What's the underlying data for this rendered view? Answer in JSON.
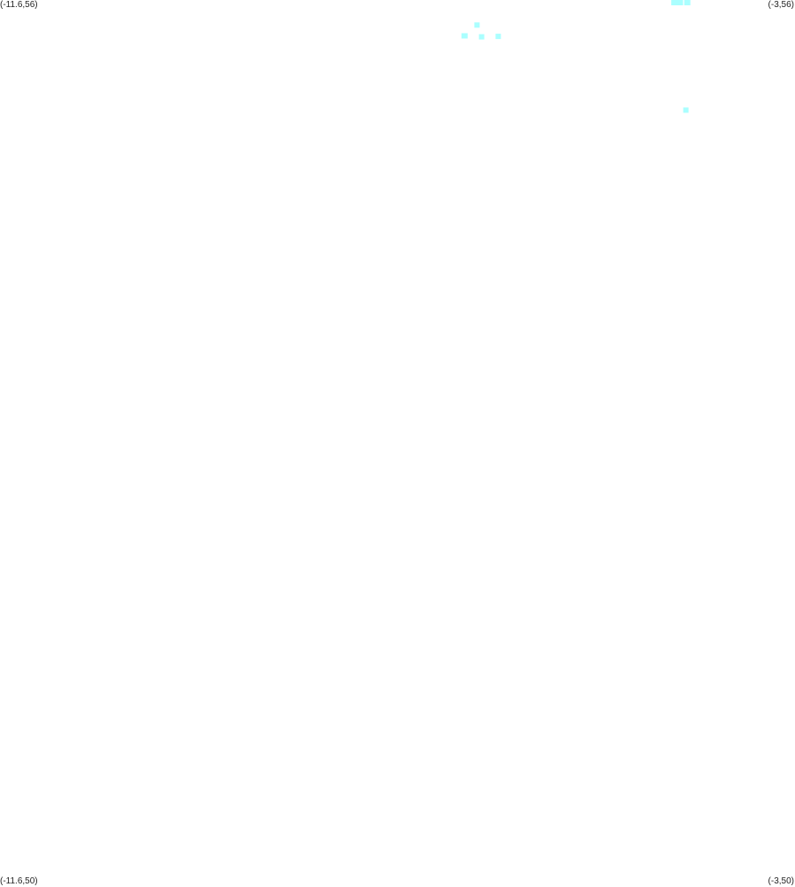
{
  "chart_data": {
    "type": "scatter",
    "corner_labels": {
      "top_left": "(-11.6,56)",
      "top_right": "(-3,56)",
      "bottom_left": "(-11.6,50)",
      "bottom_right": "(-3,50)"
    },
    "xlim": [
      -11.6,
      -3
    ],
    "ylim": [
      50,
      56
    ],
    "grid": false,
    "marker_color": "#aaffff",
    "points": [
      {
        "x": -4.31,
        "y": 55.995
      },
      {
        "x": -4.3,
        "y": 55.99
      },
      {
        "x": -4.29,
        "y": 55.997
      },
      {
        "x": -4.24,
        "y": 55.997
      },
      {
        "x": -4.16,
        "y": 55.99
      },
      {
        "x": -4.17,
        "y": 55.993
      },
      {
        "x": -6.44,
        "y": 55.83
      },
      {
        "x": -6.57,
        "y": 55.757
      },
      {
        "x": -6.58,
        "y": 55.757
      },
      {
        "x": -6.39,
        "y": 55.75
      },
      {
        "x": -6.21,
        "y": 55.753
      },
      {
        "x": -4.18,
        "y": 55.253
      }
    ]
  }
}
